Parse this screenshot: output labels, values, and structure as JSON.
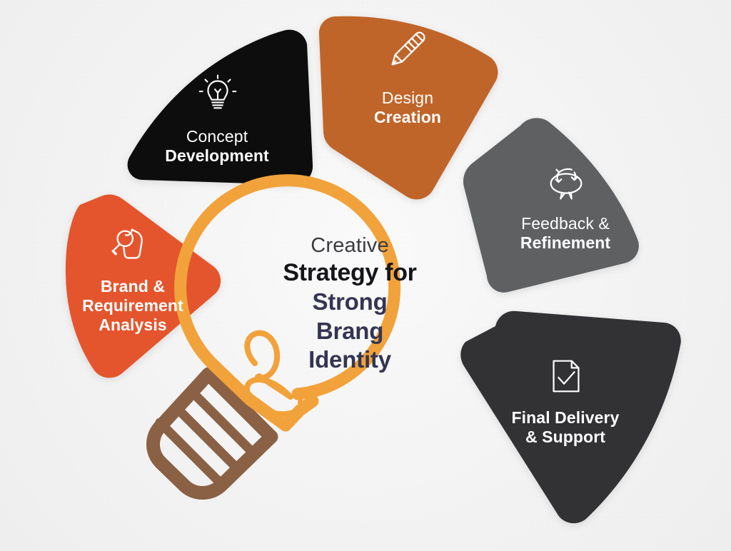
{
  "title": "Creative Strategy for Strong Brang Identity",
  "background_color": "#f2f2f2",
  "center": {
    "line1": "Creative",
    "line2": "Strategy for",
    "line3": "Strong",
    "line4": "Brang",
    "line5": "Identity",
    "line1_color": "#3a3a40",
    "line2_color": "#16161a",
    "accent_color": "#353552",
    "bulb_color": "#f2a23a",
    "pencil_color": "#8a6144"
  },
  "steps": [
    {
      "id": "brand-requirement-analysis",
      "order": 1,
      "label_light": "",
      "label_bold_lines": [
        "Brand &",
        "Requirement",
        "Analysis"
      ],
      "color": "#e4552f",
      "icon": "magnifier-shirt-icon",
      "position": "left"
    },
    {
      "id": "concept-development",
      "order": 2,
      "label_light": "Concept",
      "label_bold_lines": [
        "Development"
      ],
      "color": "#0a0a0c",
      "icon": "lightbulb-icon",
      "position": "upper-left"
    },
    {
      "id": "design-creation",
      "order": 3,
      "label_light": "Design",
      "label_bold_lines": [
        "Creation"
      ],
      "color": "#c0652b",
      "icon": "pencil-icon",
      "position": "top"
    },
    {
      "id": "feedback-refinement",
      "order": 4,
      "label_light": "Feedback &",
      "label_bold_lines": [
        "Refinement"
      ],
      "color": "#5f6062",
      "icon": "feedback-loop-icon",
      "position": "upper-right"
    },
    {
      "id": "final-delivery-support",
      "order": 5,
      "label_light": "",
      "label_bold_lines": [
        "Final Delivery",
        "& Support"
      ],
      "color": "#333334",
      "icon": "document-check-icon",
      "position": "right"
    }
  ]
}
